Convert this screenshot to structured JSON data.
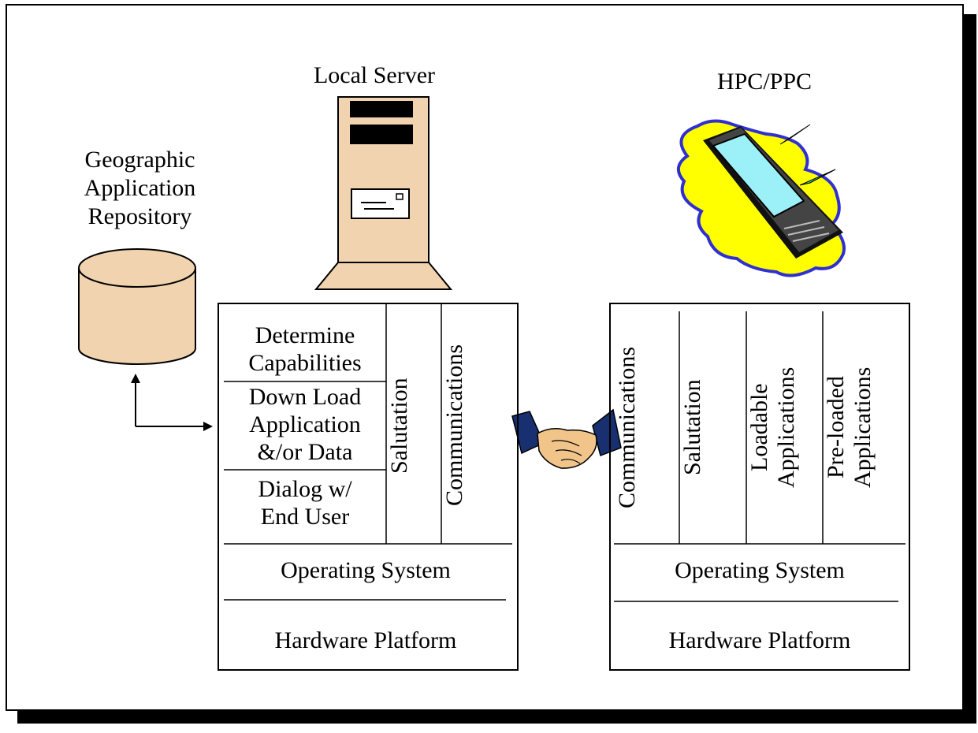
{
  "labels": {
    "repository": "Geographic\nApplication\nRepository",
    "local_server": "Local Server",
    "hpc_ppc": "HPC/PPC"
  },
  "left_stack": {
    "capabilities": "Determine\nCapabilities",
    "download": "Down Load\nApplication\n&/or Data",
    "dialog": "Dialog w/\nEnd User",
    "salutation": "Salutation",
    "communications": "Communications",
    "operating_system": "Operating System",
    "hardware_platform": "Hardware Platform"
  },
  "right_stack": {
    "communications": "Communications",
    "salutation": "Salutation",
    "loadable": "Loadable\nApplications",
    "preloaded": "Pre-loaded\nApplications",
    "operating_system": "Operating System",
    "hardware_platform": "Hardware Platform"
  },
  "icons": [
    "database-icon",
    "server-tower-icon",
    "handheld-pc-icon",
    "handshake-icon"
  ],
  "colors": {
    "database": "#f1d3b0",
    "starburst": "#ffff00",
    "starburst_edge": "#3030d0",
    "device_screen": "#9cf0f8",
    "server_body": "#f1d3b0"
  }
}
